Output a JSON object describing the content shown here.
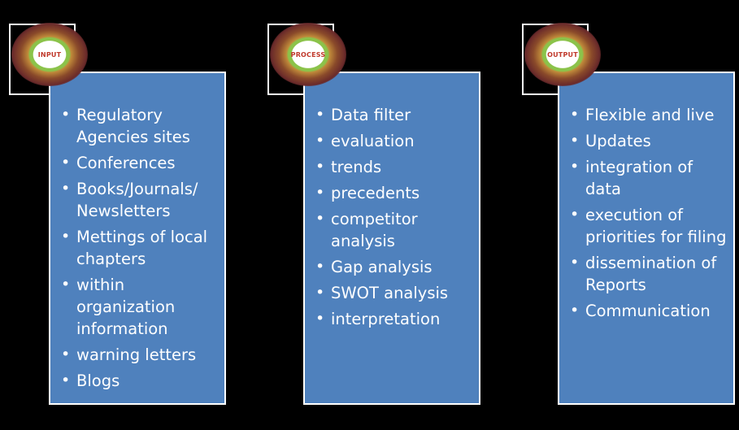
{
  "stages": [
    {
      "badge": "INPUT",
      "items": [
        "Regulatory Agencies sites",
        "Conferences",
        "Books/Journals/ Newsletters",
        "Mettings of local chapters",
        "within organization information",
        "warning letters",
        "Blogs"
      ]
    },
    {
      "badge": "PROCESS",
      "items": [
        "Data filter",
        "evaluation",
        "trends",
        "precedents",
        "competitor analysis",
        "Gap analysis",
        "SWOT analysis",
        "interpretation"
      ]
    },
    {
      "badge": "OUTPUT",
      "items": [
        "Flexible and live",
        "Updates",
        "integration of data",
        "execution of priorities for filing",
        "dissemination of Reports",
        "Communication"
      ]
    }
  ],
  "colors": {
    "panel": "#4f81bd",
    "badge_text": "#c0392b",
    "ring": "#8bc34a"
  }
}
